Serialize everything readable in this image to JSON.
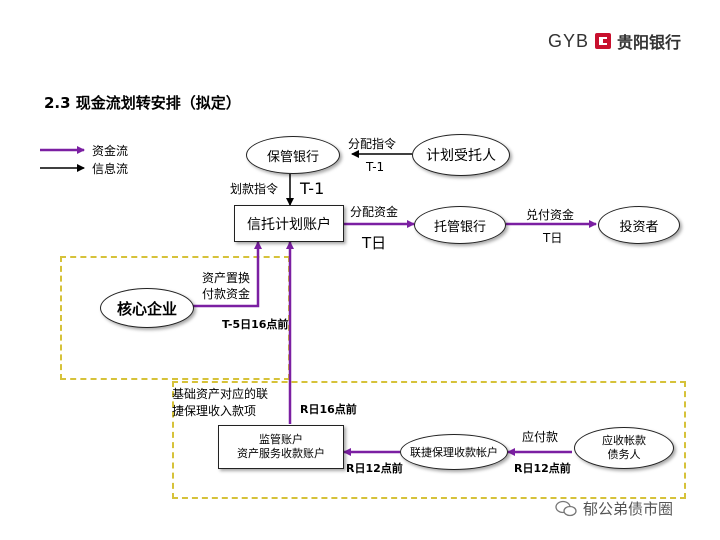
{
  "brand": {
    "latin": "GYB",
    "chinese": "贵阳银行",
    "accent": "#c8102e"
  },
  "title": "2.3 现金流划转安排（拟定）",
  "legend": {
    "fund_flow": "资金流",
    "info_flow": "信息流"
  },
  "colors": {
    "fund_flow": "#7b1fa2",
    "info_flow": "#000000",
    "dashed_box": "#d6c23a"
  },
  "nodes": {
    "custodian_bank": "保管银行",
    "plan_trustee": "计划受托人",
    "trust_account": "信托计划账户",
    "escrow_bank": "托管银行",
    "investors": "投资者",
    "core_enterprise": "核心企业",
    "supervision_account": [
      "监管账户",
      "资产服务收款账户"
    ],
    "factoring_account": "联捷保理收款帐户",
    "receivable_debtor": [
      "应收帐款",
      "债务人"
    ]
  },
  "edge_labels": {
    "allocation_instruction": "分配指令",
    "t_minus_1_small": "T-1",
    "transfer_instruction": "划款指令",
    "t_minus_1_big": "T-1",
    "allocate_funds": "分配资金",
    "t_day_1": "T日",
    "redeem_funds": "兑付资金",
    "t_day_2": "T日",
    "asset_replacement": [
      "资产置换",
      "付款资金"
    ],
    "t5_deadline": "T-5日16点前",
    "basic_asset_income": [
      "基础资产对应的联",
      "捷保理收入款项"
    ],
    "r_16": "R日16点前",
    "payable": "应付款",
    "r_12_a": "R日12点前",
    "r_12_b": "R日12点前"
  },
  "watermark": "郁公弟债市圈"
}
